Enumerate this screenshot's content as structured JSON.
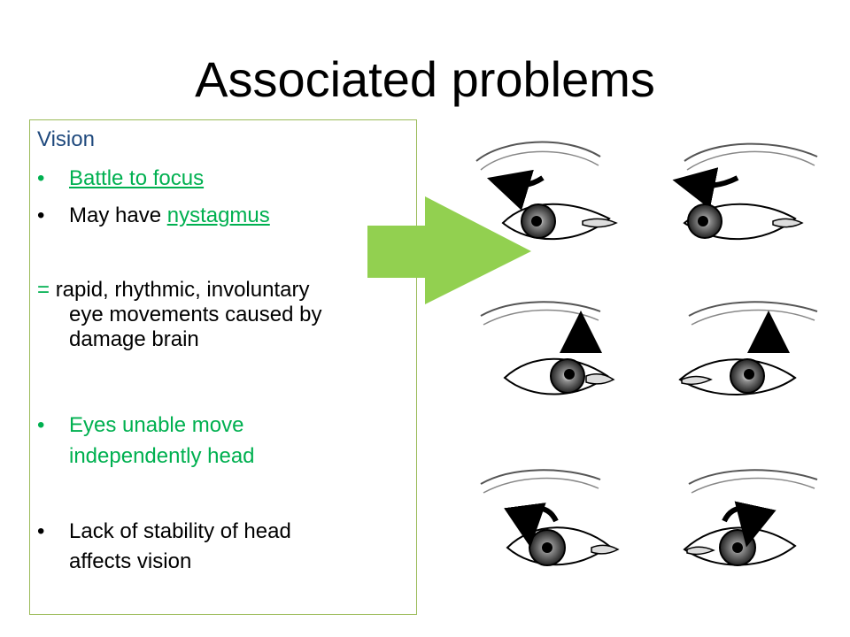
{
  "title": "Associated problems",
  "content": {
    "heading": "Vision",
    "bullet1": "Battle to focus",
    "bullet2_prefix": "May have ",
    "bullet2_link": "nystagmus",
    "definition_eq": "= ",
    "definition_line1": "rapid, rhythmic, involuntary",
    "definition_line2": "eye movements caused by",
    "definition_line3": "damage brain",
    "bullet3_line1": "Eyes unable move",
    "bullet3_line2": "independently head",
    "bullet4_line1": "Lack of stability of head",
    "bullet4_line2": "affects vision"
  },
  "colors": {
    "accent_green": "#00b050",
    "heading_blue": "#1f497d",
    "arrow_green": "#92d050",
    "box_border": "#9bbb59"
  },
  "icons": [
    "right-arrow-icon",
    "eye-illustration"
  ]
}
